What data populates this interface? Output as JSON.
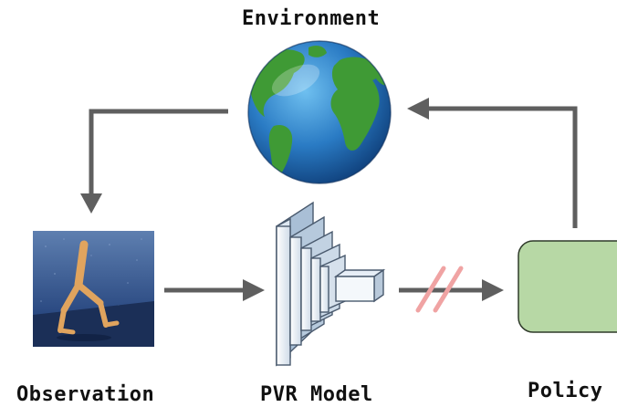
{
  "labels": {
    "environment": "Environment",
    "observation": "Observation",
    "pvr_model": "PVR Model",
    "policy": "Policy"
  },
  "colors": {
    "arrow": "#5f5f5f",
    "stop_gradient": "#f0a3a3",
    "policy_fill": "#b7d8a5",
    "ocean": "#2a7bc4",
    "land": "#3f9a35"
  },
  "icons": {
    "environment": "earth-globe-icon",
    "observation": "walker-robot-image",
    "pvr_model": "cnn-layers-icon",
    "stop_gradient": "stop-gradient-icon"
  }
}
